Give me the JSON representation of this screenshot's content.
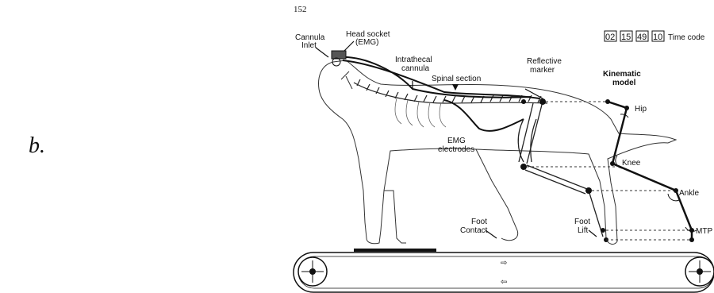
{
  "page_number": "152",
  "panel_label": "b.",
  "labels": {
    "cannula_inlet_1": "Cannula",
    "cannula_inlet_2": "Inlet",
    "head_socket_1": "Head socket",
    "head_socket_2": "(EMG)",
    "intrathecal_1": "Intrathecal",
    "intrathecal_2": "cannula",
    "spinal_section": "Spinal section",
    "reflective_1": "Reflective",
    "reflective_2": "marker",
    "emg_1": "EMG",
    "emg_2": "electrodes",
    "foot_contact_1": "Foot",
    "foot_contact_2": "Contact",
    "foot_lift_1": "Foot",
    "foot_lift_2": "Lift"
  },
  "time_code": {
    "digits": [
      "02",
      "15",
      "49",
      "10"
    ],
    "label": "Time code"
  },
  "kinematic_model": {
    "title_1": "Kinematic",
    "title_2": "model",
    "joints": [
      "Hip",
      "Knee",
      "Ankle",
      "MTP"
    ]
  },
  "treadmill": {
    "forward_arrow": "⇨",
    "backward_arrow": "⇦"
  }
}
